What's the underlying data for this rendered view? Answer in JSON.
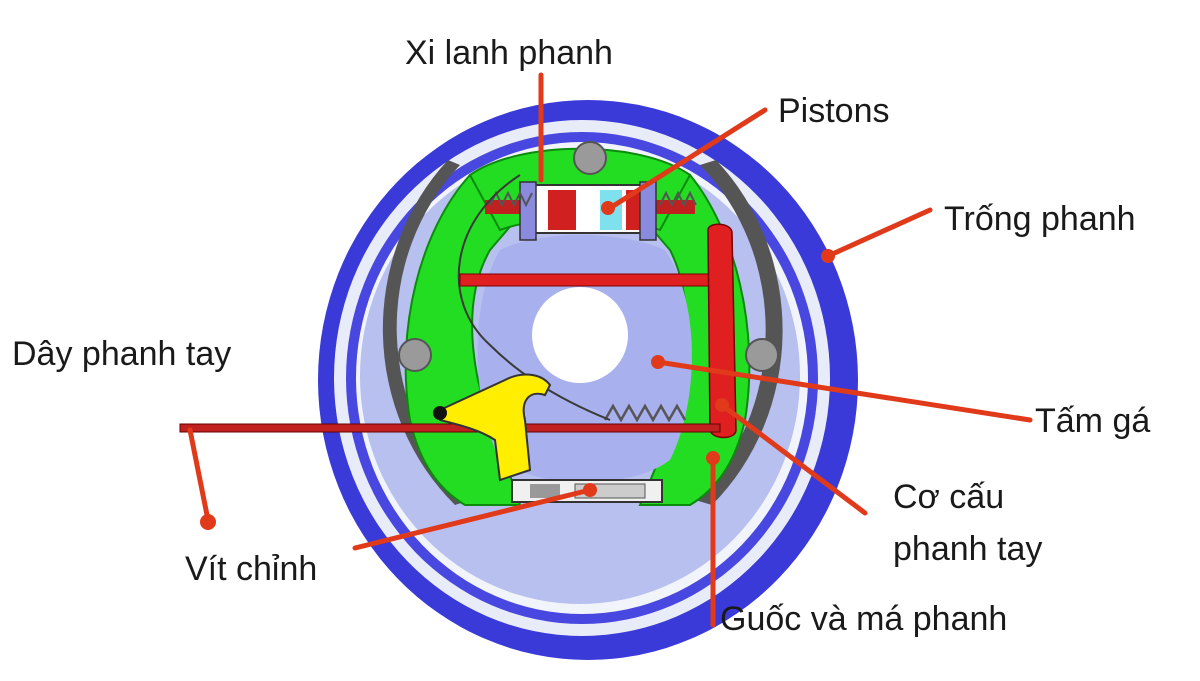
{
  "labels": {
    "xi_lanh_phanh": "Xi lanh phanh",
    "pistons": "Pistons",
    "trong_phanh": "Trống phanh",
    "day_phanh_tay": "Dây phanh tay",
    "tam_ga": "Tấm gá",
    "co_cau_line1": "Cơ cấu",
    "co_cau_line2": "phanh tay",
    "vit_chinh": "Vít chỉnh",
    "guoc_va_ma_phanh": "Guốc và má phanh"
  },
  "colors": {
    "drum_outer": "#3a3ad8",
    "drum_rim": "#e8ecf8",
    "shoe": "#22dd22",
    "plate": "#a8b0ee",
    "lining": "#5a5a5a",
    "lever": "#e02020",
    "adjuster": "#ffee00",
    "leader": "#e03a1a"
  }
}
